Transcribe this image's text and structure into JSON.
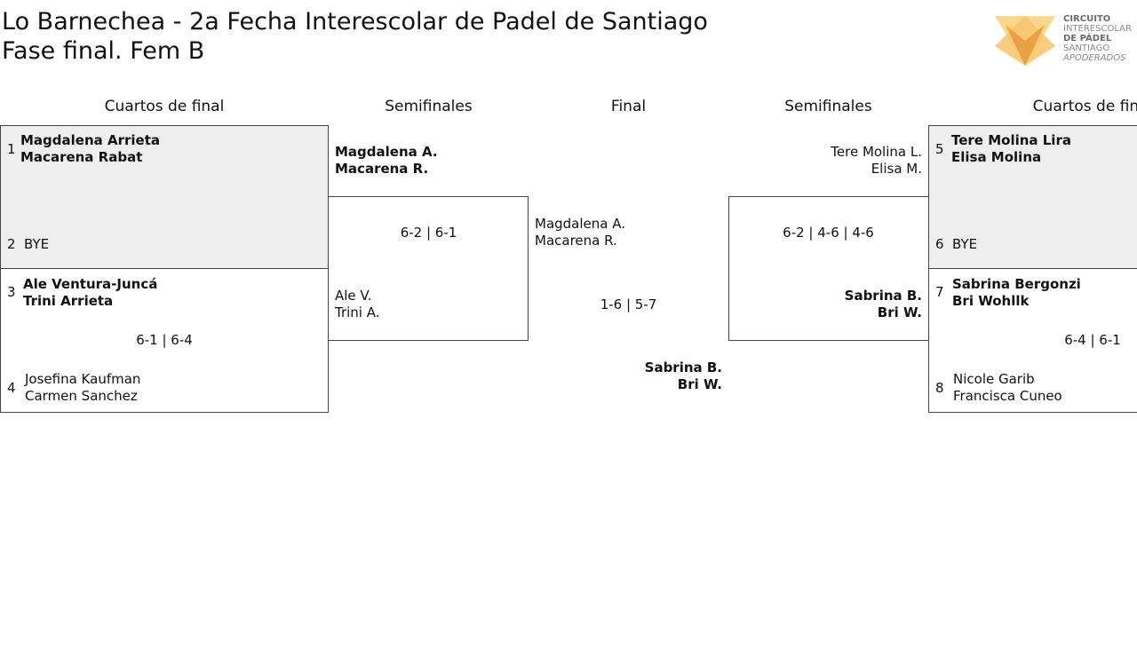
{
  "header": {
    "title_line1": "Lo Barnechea - 2a Fecha Interescolar de Padel de Santiago",
    "title_line2": "Fase final. Fem B"
  },
  "logo": {
    "line1": "CIRCUITO",
    "line2": "INTERESCOLAR",
    "line3": "DE PÁDEL",
    "line4": "SANTIAGO",
    "line5": "APODERADOS",
    "colors": {
      "light": "#fbd78a",
      "mid": "#f0a94a",
      "dark": "#d8893b"
    }
  },
  "rounds": {
    "left_qf": "Cuartos de final",
    "left_sf": "Semifinales",
    "final": "Final",
    "right_sf": "Semifinales",
    "right_qf": "Cuartos de final"
  },
  "left_qf": {
    "m1": {
      "seed1": "1",
      "p1a": "Magdalena Arrieta",
      "p1b": "Macarena Rabat",
      "seed2": "2",
      "p2a": "BYE"
    },
    "m2": {
      "seed1": "3",
      "p1a": "Ale Ventura-Juncá",
      "p1b": "Trini Arrieta",
      "score": "6-1 | 6-4",
      "seed2": "4",
      "p2a": "Josefina Kaufman",
      "p2b": "Carmen Sanchez"
    }
  },
  "left_sf": {
    "t1a": "Magdalena A.",
    "t1b": "Macarena R.",
    "score": "6-2 | 6-1",
    "t2a": "Ale V.",
    "t2b": "Trini A."
  },
  "final": {
    "t1a": "Magdalena A.",
    "t1b": "Macarena R.",
    "score": "1-6 | 5-7",
    "t2a": "Sabrina B.",
    "t2b": "Bri W."
  },
  "right_sf": {
    "t1a": "Tere Molina L.",
    "t1b": "Elisa M.",
    "score": "6-2 | 4-6 | 4-6",
    "t2a": "Sabrina B.",
    "t2b": "Bri W."
  },
  "right_qf": {
    "m1": {
      "seed1": "5",
      "p1a": "Tere Molina Lira",
      "p1b": "Elisa Molina",
      "seed2": "6",
      "p2a": "BYE"
    },
    "m2": {
      "seed1": "7",
      "p1a": "Sabrina Bergonzi",
      "p1b": "Bri Wohllk",
      "score": "6-4 | 6-1",
      "seed2": "8",
      "p2a": "Nicole Garib",
      "p2b": "Francisca Cuneo"
    }
  }
}
